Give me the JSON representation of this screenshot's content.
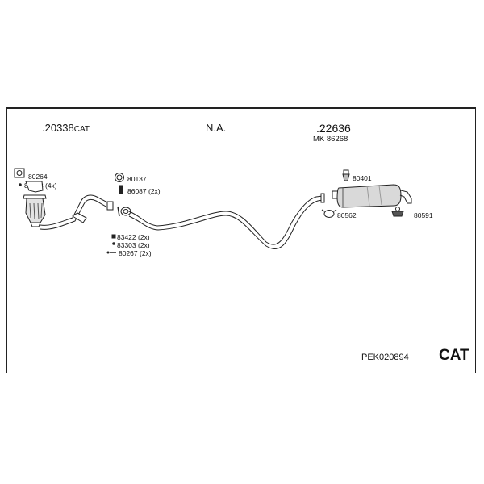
{
  "header": {
    "cat_part_number": ".20338",
    "cat_part_suffix": "CAT",
    "middle_part": "N.A.",
    "rear_part_number": ".22636",
    "rear_kit": "MK 86268"
  },
  "parts": {
    "p80264": "80264",
    "p83318": "83318 (4x)",
    "p80137": "80137",
    "p86087": "86087 (2x)",
    "p83422": "83422 (2x)",
    "p83303": "83303 (2x)",
    "p80267": "80267 (2x)",
    "p80401": "80401",
    "p80562": "80562",
    "p80591": "80591"
  },
  "footer": {
    "code": "PEK020894",
    "badge": "CAT"
  },
  "colors": {
    "line": "#222222",
    "part_fill": "#d9d9d9"
  }
}
